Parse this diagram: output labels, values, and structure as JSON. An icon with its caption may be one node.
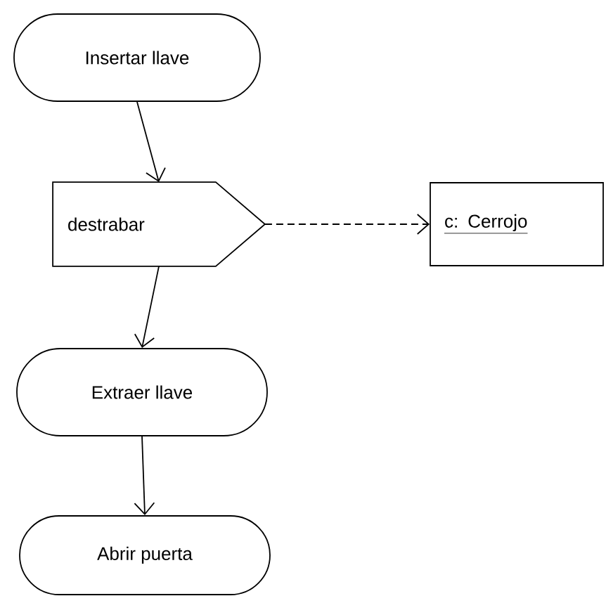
{
  "diagram": {
    "nodes": [
      {
        "text": [
          "Insertar llave"
        ]
      },
      {
        "text": [
          "destrabar"
        ]
      },
      {
        "text": [
          "c: Cerrojo"
        ]
      },
      {
        "text": [
          "Extraer llave"
        ]
      },
      {
        "text": [
          "Abrir puerta"
        ]
      }
    ],
    "edges": [
      {
        "from": 0,
        "to": 1,
        "arrow": "to"
      },
      {
        "from": 1,
        "to": 2,
        "arrow": "to",
        "style": "dashed"
      },
      {
        "from": 1,
        "to": 3,
        "arrow": "to"
      },
      {
        "from": 3,
        "to": 4,
        "arrow": "to"
      }
    ]
  }
}
